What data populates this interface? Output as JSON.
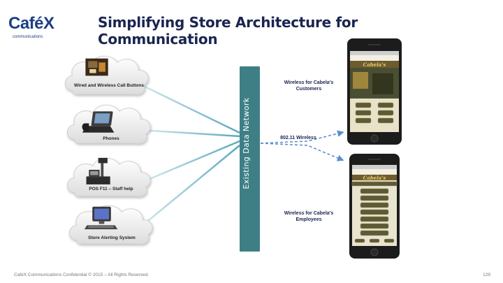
{
  "logo": {
    "word": "CaféX",
    "sub": "communications",
    "brand_color": "#1c3f86"
  },
  "title": "Simplifying Store Architecture for Communication",
  "clouds": [
    {
      "label": "Wired and Wireless Call Buttons",
      "icon": "call-button-photo-icon"
    },
    {
      "label": "Phones",
      "icon": "desk-phone-icon"
    },
    {
      "label": "POS F11 – Staff help",
      "icon": "pos-terminal-icon"
    },
    {
      "label": "Store Alerting System",
      "icon": "computer-icon"
    }
  ],
  "network_label": "Existing Data Network",
  "network_color": "#3e7f86",
  "wireless_label": "802.11 Wireless",
  "customers_label": "Wireless for Cabela’s Customers",
  "employees_label": "Wireless for Cabela’s Employees",
  "phones": [
    {
      "brand": "Cabela's",
      "icon": "smartphone-icon"
    },
    {
      "brand": "Cabela's",
      "icon": "smartphone-icon"
    }
  ],
  "footer": "CaféX Communications Confidential © 2015 – All Rights Reserved.",
  "page_number": "129"
}
